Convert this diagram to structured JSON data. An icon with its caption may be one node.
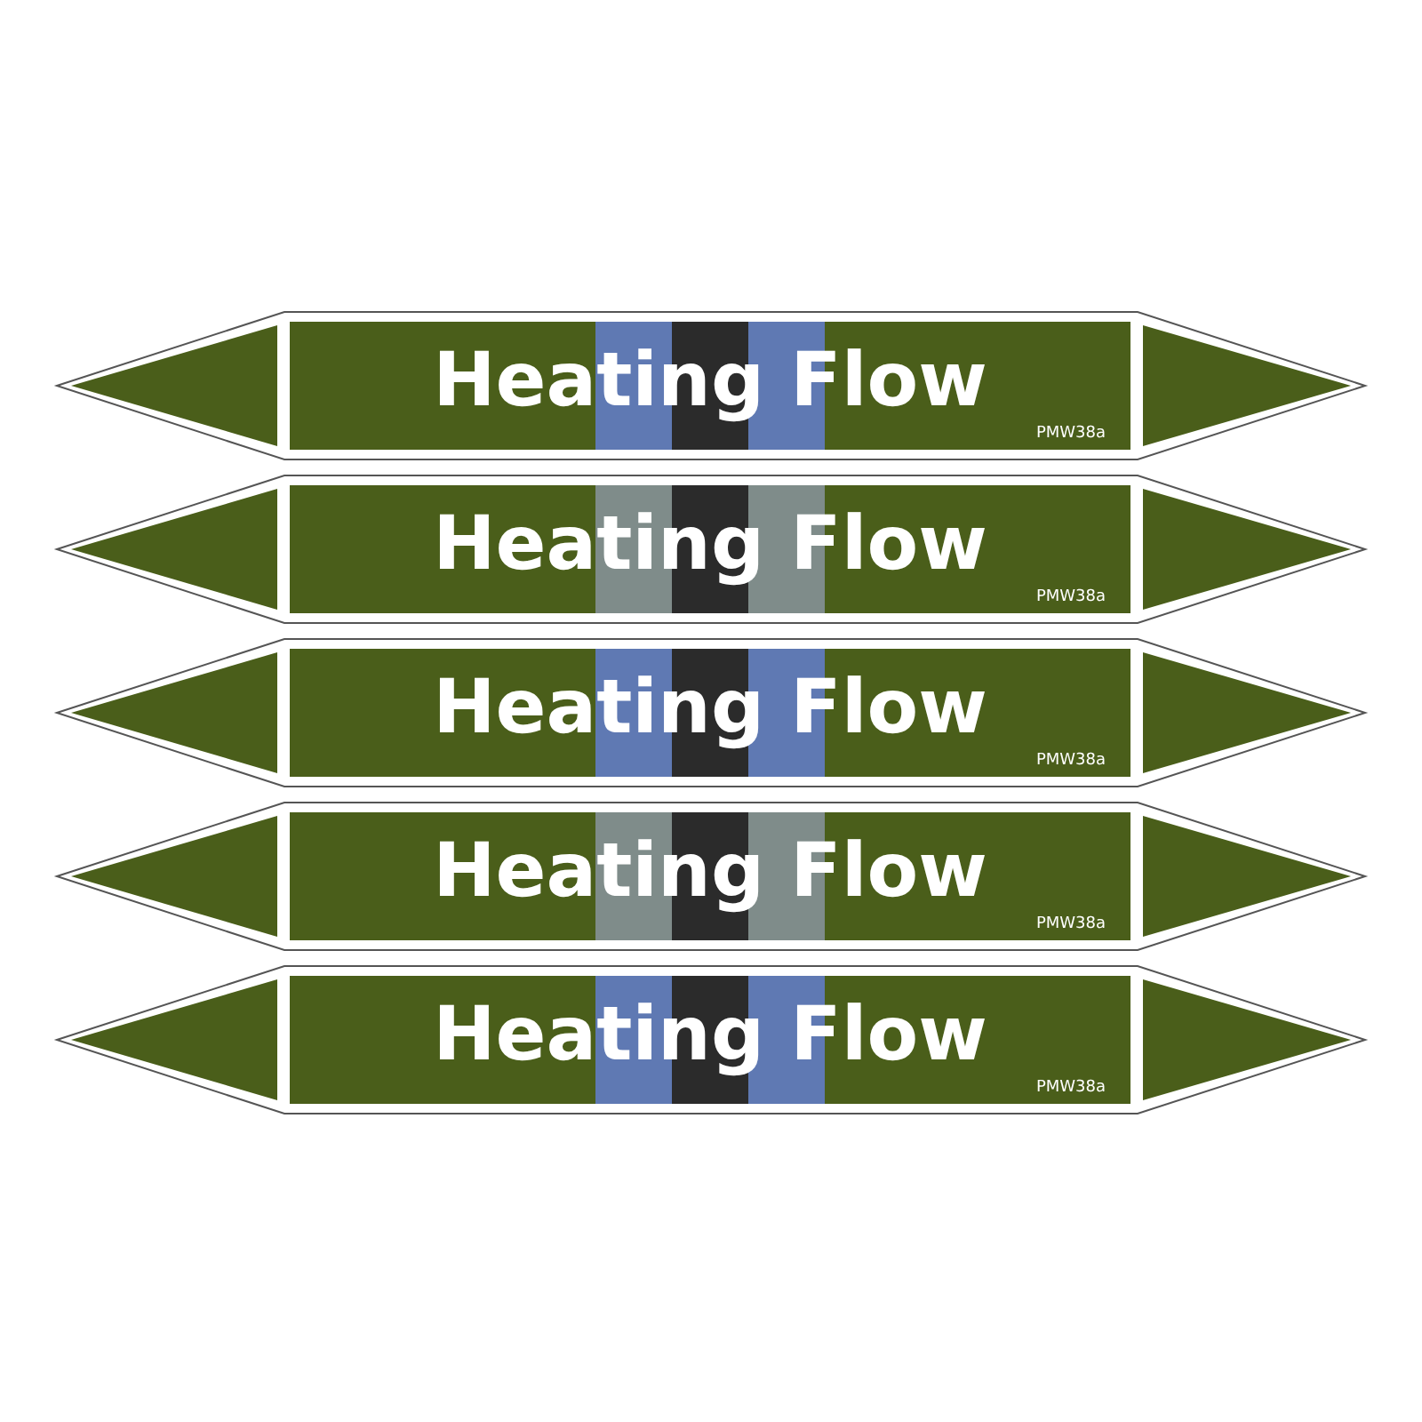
{
  "diagram": {
    "nodes": [
      {
        "text": [
          "Heating Flow",
          "PMW38a"
        ]
      },
      {
        "text": [
          "Heating Flow",
          "PMW38a"
        ]
      },
      {
        "text": [
          "Heating Flow",
          "PMW38a"
        ]
      },
      {
        "text": [
          "Heating Flow",
          "PMW38a"
        ]
      },
      {
        "text": [
          "Heating Flow",
          "PMW38a"
        ]
      }
    ]
  }
}
